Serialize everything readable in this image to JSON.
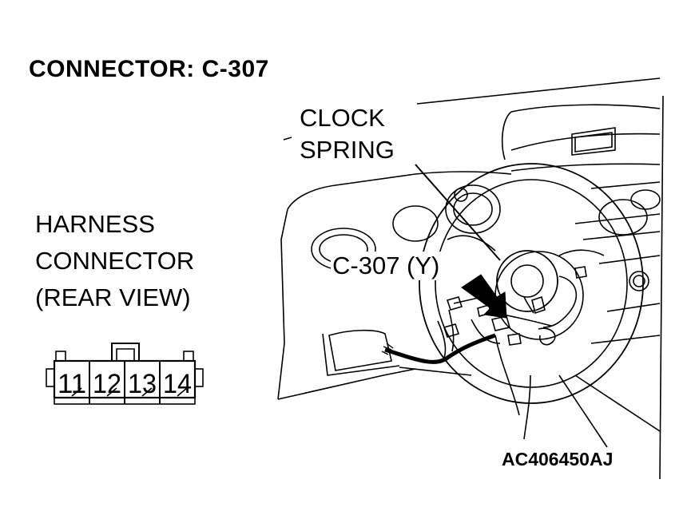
{
  "title": "CONNECTOR: C-307",
  "harness_label": [
    "HARNESS",
    "CONNECTOR",
    "(REAR VIEW)"
  ],
  "clock_label": [
    "CLOCK",
    "SPRING"
  ],
  "connector_callout": "C-307 (Y)",
  "figure_code": "AC406450AJ",
  "connector_pins": [
    "11",
    "12",
    "13",
    "14"
  ]
}
